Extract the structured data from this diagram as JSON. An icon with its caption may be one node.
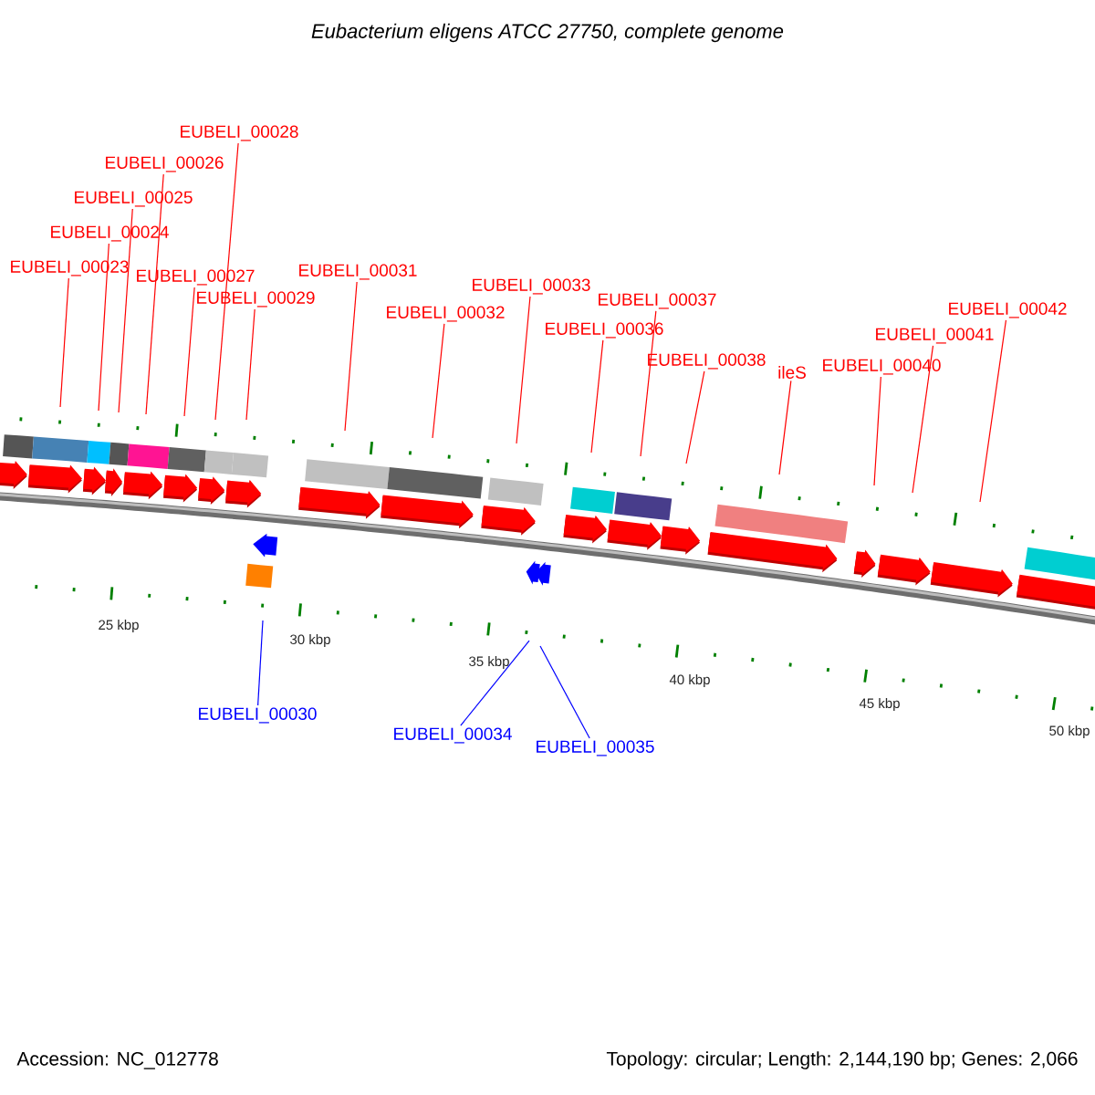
{
  "diagram": {
    "title": "Eubacterium eligens ATCC 27750, complete genome",
    "nodes": [
      {
        "text": [
          "EUBELI_00023"
        ]
      },
      {
        "text": [
          "EUBELI_00024"
        ]
      },
      {
        "text": [
          "EUBELI_00025"
        ]
      },
      {
        "text": [
          "EUBELI_00026"
        ]
      },
      {
        "text": [
          "EUBELI_00027"
        ]
      },
      {
        "text": [
          "EUBELI_00028"
        ]
      },
      {
        "text": [
          "EUBELI_00029"
        ]
      },
      {
        "text": [
          "EUBELI_00030"
        ]
      },
      {
        "text": [
          "EUBELI_00031"
        ]
      },
      {
        "text": [
          "EUBELI_00032"
        ]
      },
      {
        "text": [
          "EUBELI_00033"
        ]
      },
      {
        "text": [
          "EUBELI_00034"
        ]
      },
      {
        "text": [
          "EUBELI_00035"
        ]
      },
      {
        "text": [
          "EUBELI_00036"
        ]
      },
      {
        "text": [
          "EUBELI_00037"
        ]
      },
      {
        "text": [
          "EUBELI_00038"
        ]
      },
      {
        "text": [
          "ileS"
        ]
      },
      {
        "text": [
          "EUBELI_00040"
        ]
      },
      {
        "text": [
          "EUBELI_00041"
        ]
      },
      {
        "text": [
          "EUBELI_00042"
        ]
      }
    ],
    "edges": [
      {
        "from": 0,
        "to": null,
        "arrow": "none"
      },
      {
        "from": 1,
        "to": null,
        "arrow": "none"
      },
      {
        "from": 2,
        "to": null,
        "arrow": "none"
      },
      {
        "from": 3,
        "to": null,
        "arrow": "none"
      },
      {
        "from": 4,
        "to": null,
        "arrow": "none"
      },
      {
        "from": 5,
        "to": null,
        "arrow": "none"
      },
      {
        "from": 6,
        "to": null,
        "arrow": "none"
      },
      {
        "from": 7,
        "to": null,
        "arrow": "none",
        "color": "#0000ff"
      },
      {
        "from": 8,
        "to": null,
        "arrow": "none"
      },
      {
        "from": 9,
        "to": null,
        "arrow": "none"
      },
      {
        "from": 10,
        "to": null,
        "arrow": "none"
      },
      {
        "from": 11,
        "to": null,
        "arrow": "none",
        "color": "#0000ff"
      },
      {
        "from": 12,
        "to": null,
        "arrow": "none",
        "color": "#0000ff"
      },
      {
        "from": 13,
        "to": null,
        "arrow": "none"
      },
      {
        "from": 14,
        "to": null,
        "arrow": "none"
      },
      {
        "from": 15,
        "to": null,
        "arrow": "none"
      },
      {
        "from": 16,
        "to": null,
        "arrow": "none"
      },
      {
        "from": 17,
        "to": null,
        "arrow": "none"
      },
      {
        "from": 18,
        "to": null,
        "arrow": "none"
      },
      {
        "from": 19,
        "to": null,
        "arrow": "none"
      }
    ],
    "labels": [
      "25 kbp",
      "30 kbp",
      "35 kbp",
      "40 kbp",
      "45 kbp",
      "50 kbp",
      "Accession: NC_012778",
      "Topology: circular; Length: 2,144,190 bp; Genes: 2,066"
    ]
  }
}
